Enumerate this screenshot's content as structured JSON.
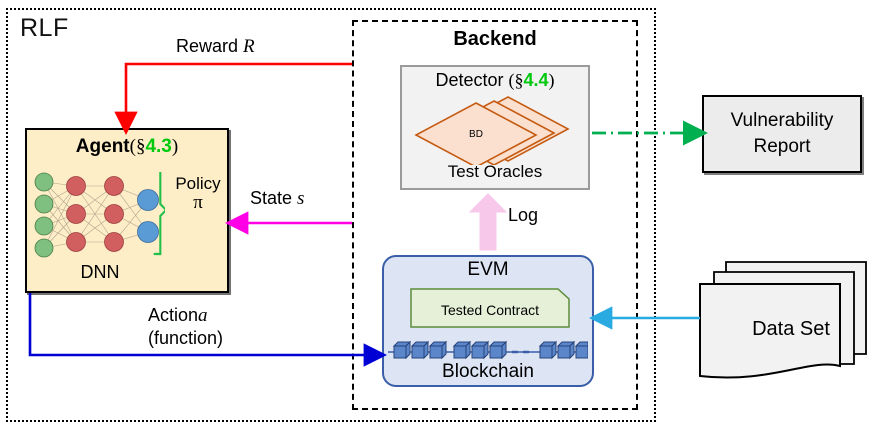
{
  "diagram": {
    "outer_frame_label": "RLF",
    "backend_frame_label": "Backend",
    "agent": {
      "title_main": "Agent",
      "title_section_symbol": "(§",
      "title_section_number": "4.3",
      "title_close": ")",
      "policy_label": "Policy",
      "policy_symbol": "π",
      "network_label": "DNN",
      "node_colors": {
        "input": "#7fbf7f",
        "hidden": "#d15f5f",
        "output": "#5b9bd5"
      },
      "node_counts": {
        "input": 4,
        "hidden_layer_1": 3,
        "hidden_layer_2": 3,
        "output": 2
      },
      "box_fill": "#fdeec7",
      "brace_color": "#22c04a"
    },
    "detector": {
      "title_main": "Detector",
      "title_section_symbol": "(§",
      "title_section_number": "4.4",
      "title_close": ")",
      "diamond_label": "BD",
      "diamond_count": 3,
      "footer_label": "Test Oracles",
      "diamond_stroke": "#c55a11",
      "diamond_fill": "#fbe0cf",
      "box_fill": "#f2f2f2"
    },
    "evm": {
      "title": "EVM",
      "contract_label": "Tested Contract",
      "chain_label": "Blockchain",
      "block_groups": [
        3,
        3,
        3
      ],
      "box_fill": "#dde5f5",
      "box_stroke": "#3a5fa8",
      "contract_fill": "#e6f0d8",
      "contract_stroke": "#5d8c3a",
      "block_fill": "#5b86c9"
    },
    "vulnerability_report": {
      "line1": "Vulnerability",
      "line2": "Report",
      "fill": "#ececec"
    },
    "data_set": {
      "label": "Data Set",
      "sheet_count": 3,
      "fill": "#f2f2f2"
    },
    "arrows": [
      {
        "name": "reward",
        "label_text": "Reward",
        "label_symbol": "R",
        "color": "#ff0000",
        "from": "backend",
        "to": "agent"
      },
      {
        "name": "state",
        "label_text": "State",
        "label_symbol": "s",
        "color": "#ff00e6",
        "from": "backend",
        "to": "agent"
      },
      {
        "name": "action",
        "label_text": "Action",
        "label_symbol": "a",
        "label_sub": "(function)",
        "color": "#0000d4",
        "from": "agent",
        "to": "evm"
      },
      {
        "name": "log",
        "label_text": "Log",
        "color": "#f7c8ea",
        "from": "evm",
        "to": "detector"
      },
      {
        "name": "report",
        "color": "#00b050",
        "style": "dash-dot",
        "from": "detector",
        "to": "vulnerability-report"
      },
      {
        "name": "dataset-feed",
        "color": "#29abe2",
        "from": "data-set",
        "to": "evm"
      }
    ]
  }
}
